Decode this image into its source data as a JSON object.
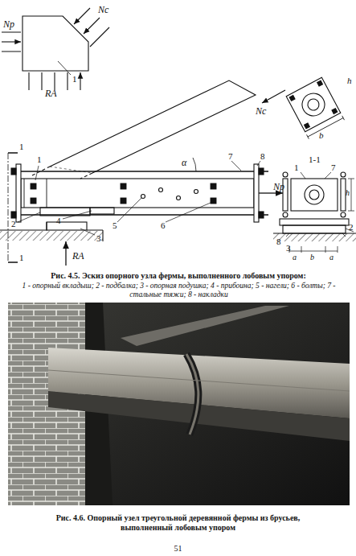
{
  "diagram": {
    "labels": [
      "Nc",
      "Np",
      "RA",
      "1",
      "Nc",
      "b",
      "h",
      "1",
      "1",
      "1",
      "7",
      "α",
      "8",
      "Np",
      "2",
      "4",
      "5",
      "6",
      "3",
      "RA",
      "1-1",
      "1",
      "7",
      "h",
      "8",
      "2",
      "3",
      "a",
      "b",
      "a",
      "Рис. 4.5. Эскиз опорного узла фермы, выполненного лобовым упором:",
      "1 - опорный вкладыш; 2 - подбалка; 3 - опорная подушка; 4 - прибоина; 5 - нагели; 6 - болты; 7 - стальные тяжи; 8 - накладки",
      "Рис. 4.6. Опорный узел треугольной деревянной фермы из брусьев, выполненный лобовым упором",
      "51"
    ]
  }
}
